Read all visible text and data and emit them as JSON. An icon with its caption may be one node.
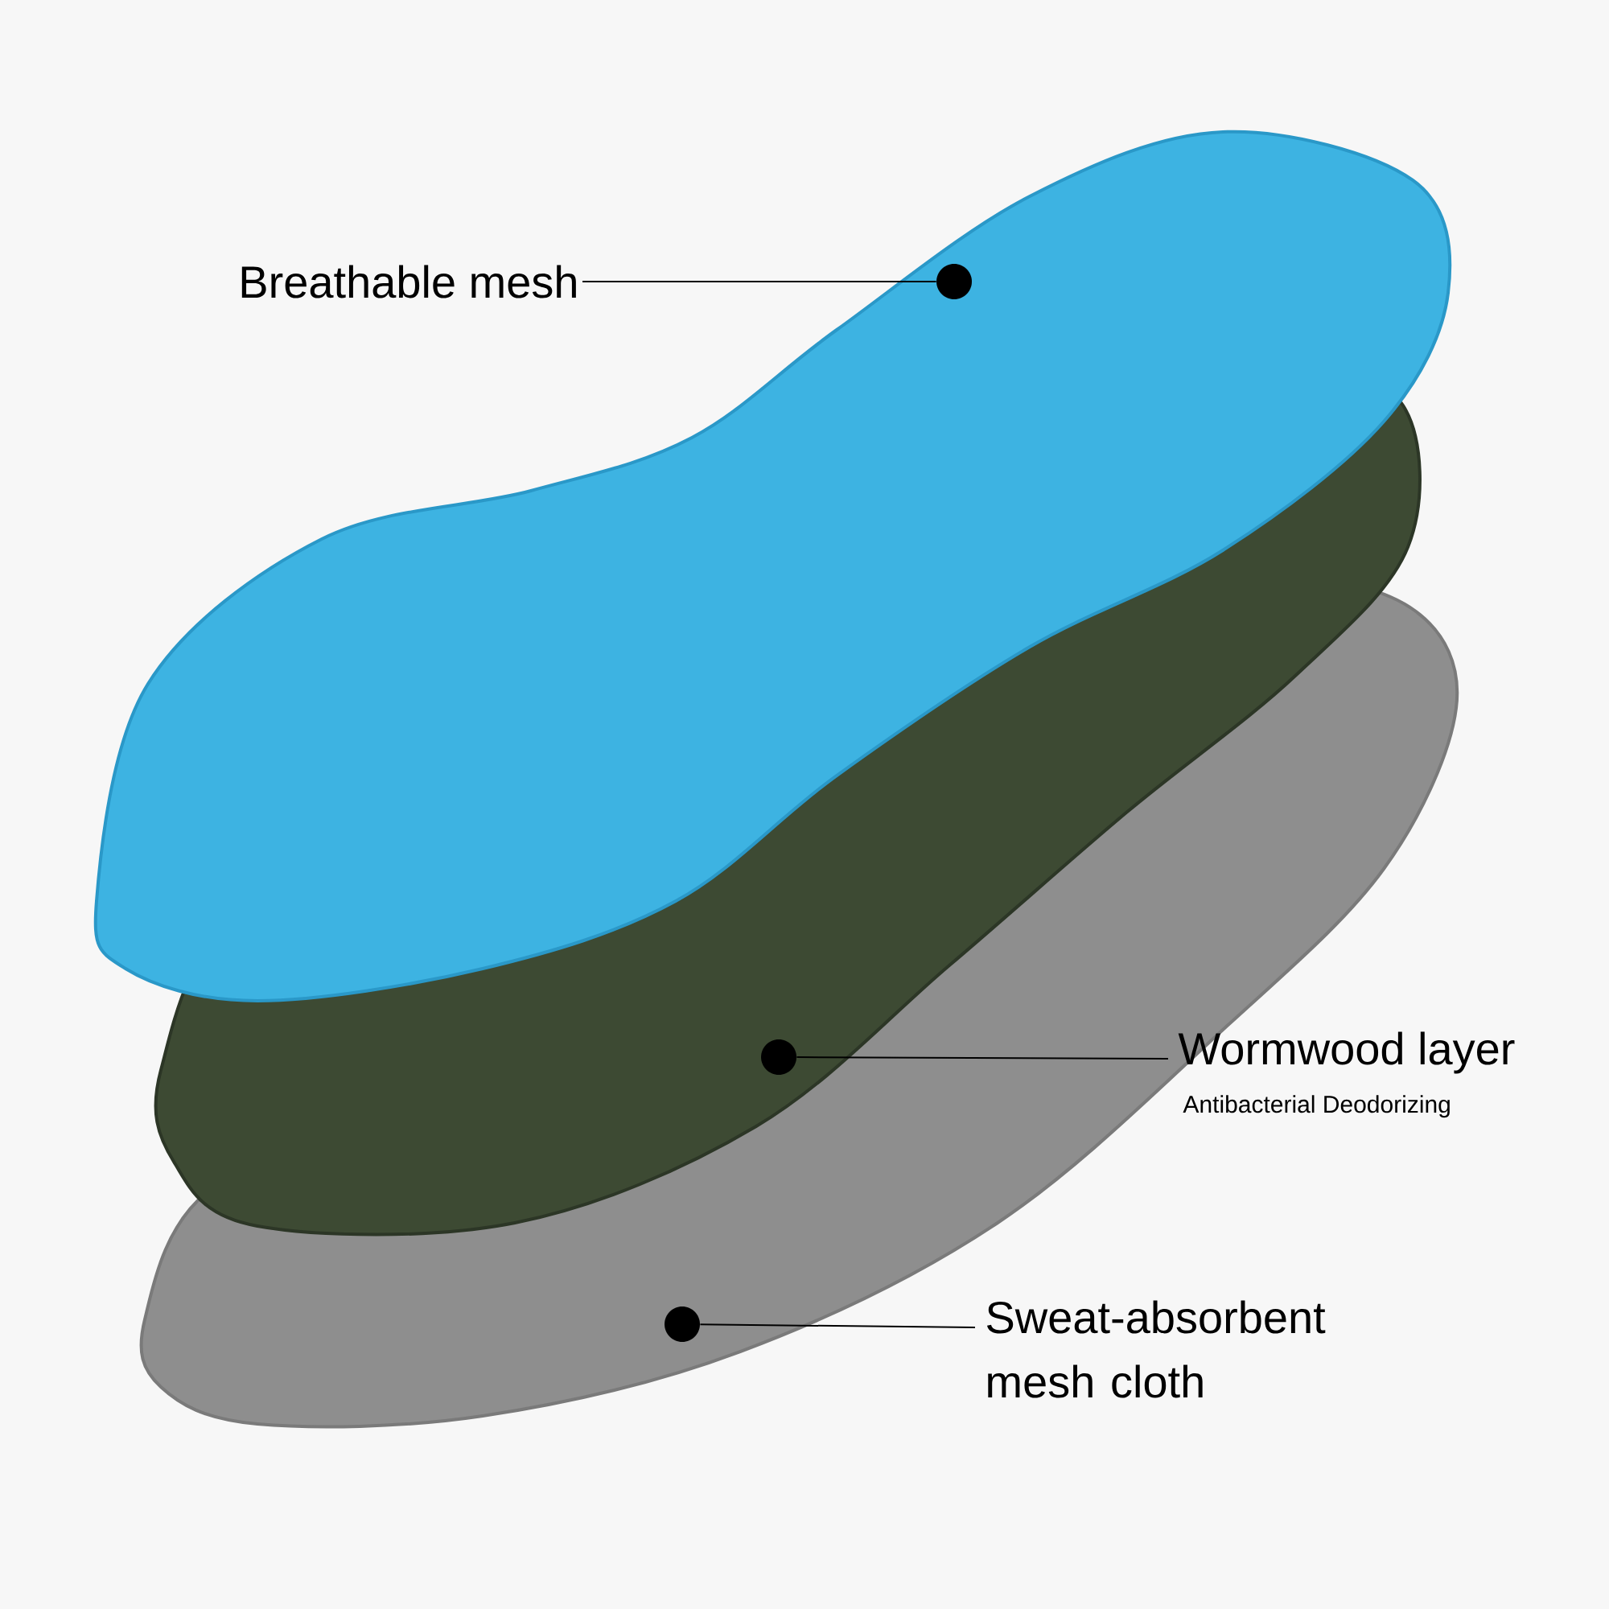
{
  "diagram": {
    "nodes": [
      {
        "text": [
          "Breathable mesh"
        ]
      },
      {
        "text": [],
        "shape": "circle"
      },
      {
        "text": [
          "Wormwood layer",
          "Antibacterial Deodorizing"
        ]
      },
      {
        "text": [],
        "shape": "circle"
      },
      {
        "text": [
          "Sweat-absorbent mesh cloth"
        ]
      },
      {
        "text": [],
        "shape": "circle"
      }
    ],
    "edges": [
      {
        "from": 0,
        "to": 1,
        "arrow": "none"
      },
      {
        "from": 2,
        "to": 3,
        "arrow": "none"
      },
      {
        "from": 4,
        "to": 5,
        "arrow": "none"
      }
    ]
  }
}
